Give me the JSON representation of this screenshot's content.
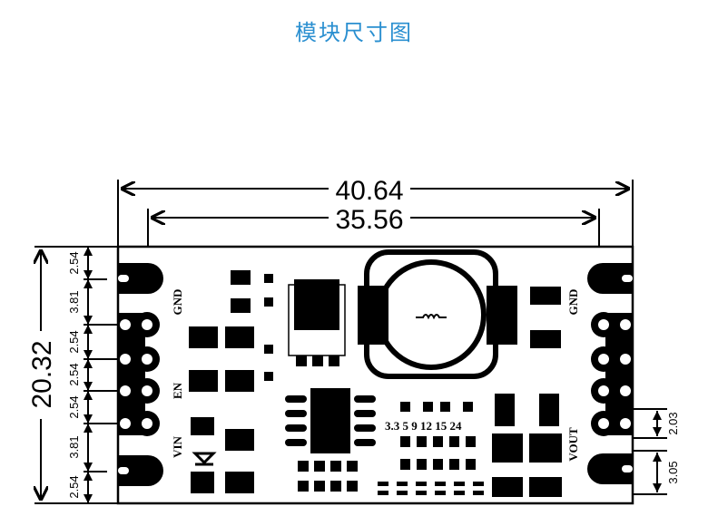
{
  "title": "模块尺寸图",
  "dimensions": {
    "overall_width": "40.64",
    "pin_span": "35.56",
    "overall_height": "20.32",
    "left_pitch": [
      "2.54",
      "3.81",
      "2.54",
      "2.54",
      "2.54",
      "3.81",
      "2.54"
    ],
    "right_pitch_small": "2.03",
    "right_pitch_large": "3.05"
  },
  "pin_labels": {
    "left_gnd": "GND",
    "en": "EN",
    "vin": "VIN",
    "right_gnd": "GND",
    "vout": "VOUT"
  },
  "voltage_options": "3.3 5 9 12 15 24"
}
